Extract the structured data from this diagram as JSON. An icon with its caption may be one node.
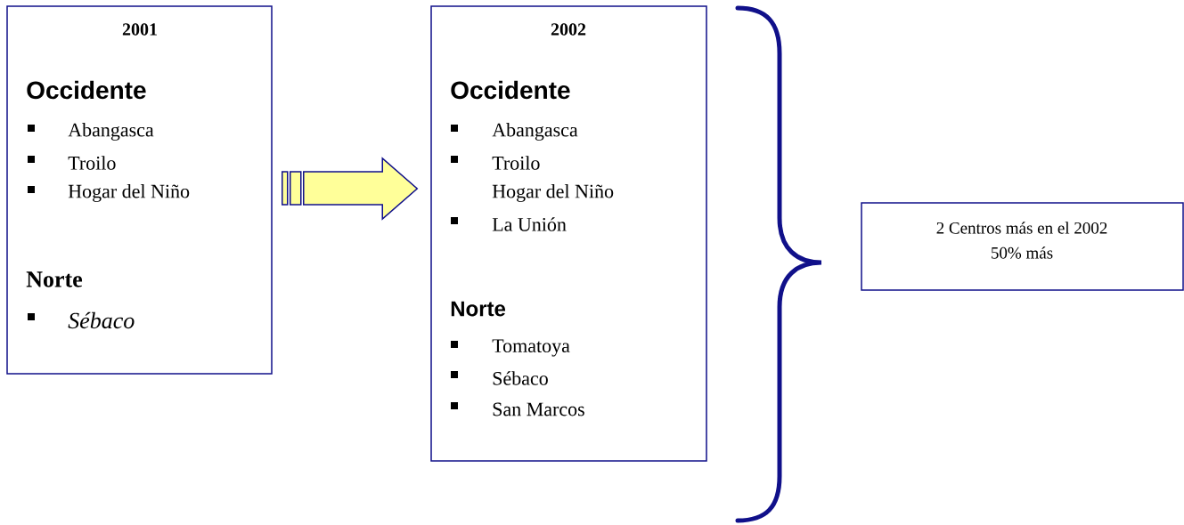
{
  "diagram": {
    "nodes": [
      {
        "text": [
          "2001",
          "Occidente",
          "Abangasca",
          "Troilo",
          "Hogar del Niño",
          "Norte",
          "Sébaco"
        ]
      },
      {
        "text": [
          "2002",
          "Occidente",
          "Abangasca",
          "Troilo",
          "Hogar del Niño",
          "La Unión",
          "Norte",
          "Tomatoya",
          "Sébaco",
          "San Marcos"
        ]
      },
      {
        "text": [
          "2 Centros más en el 2002",
          "50% más"
        ]
      }
    ],
    "edges": [
      {
        "from": 0,
        "to": 1,
        "arrow": "to"
      }
    ]
  }
}
